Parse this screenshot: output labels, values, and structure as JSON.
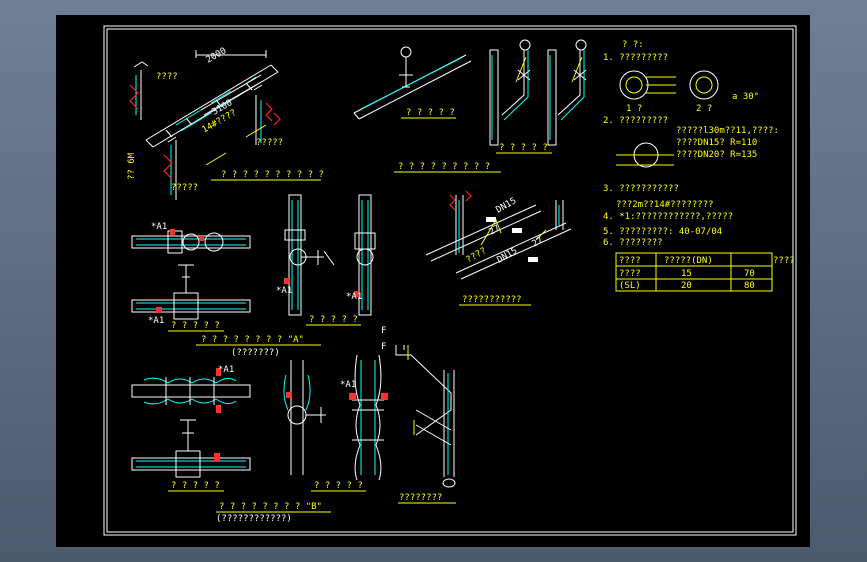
{
  "captions": {
    "c1": "? ? ? ? ? ? ? ? ? ?",
    "c2": "? ? ? ? ?",
    "c3": "? ? ? ? ? ? ? ? ?",
    "c4": "? ? ? ? ?",
    "c5": "? ? ? ? ?",
    "c6": "? ? ? ? ?",
    "c7": "???????????",
    "c8": "? ? ? ? ? ? ? ? \"A\"",
    "c8b": "(???????)",
    "c9": "? ? ? ? ?",
    "c10": "? ? ? ? ?",
    "c11": "? ? ? ? ? ? ? ? \"B\"",
    "c11b": "(????????????)",
    "c12": "????????"
  },
  "labels": {
    "dim_2000": "2000",
    "dim_3100": "3100",
    "left_vert": "?? 6M",
    "pipe_tag": "14#????",
    "small1": "????",
    "small2": "?????",
    "small3": "?????",
    "iso1": "????",
    "iso2": "27",
    "iso3": "DN15",
    "iso4": "DN15",
    "iso5": "27",
    "b1": "*A1",
    "b2": "*A1",
    "b3": "*A1",
    "b4": "*A1",
    "b5": "*A1",
    "b6": "*A1",
    "f1": "F",
    "f2": "F",
    "a30": "a 30°"
  },
  "notes": {
    "head": "? ?:",
    "n1": "1. ?????????",
    "sub1": "1 ?",
    "sub2": "2 ?",
    "n2": "2. ?????????",
    "n2a": "?????l30m??11,????:",
    "n2b": "????DN15?   R=110",
    "n2c": "????DN20?   R=135",
    "n3": "3. ???????????",
    "n3a": "???2m??14#????????",
    "n4": "4. *1:????????????,?????",
    "n5": "5. ?????????: 40-07/04",
    "n6": "6. ????????"
  },
  "table": {
    "h": [
      "????",
      "?????(DN)",
      "",
      "????"
    ],
    "r1": [
      "????",
      "15",
      "70"
    ],
    "r2": [
      "(SL)",
      "20",
      "80"
    ]
  }
}
